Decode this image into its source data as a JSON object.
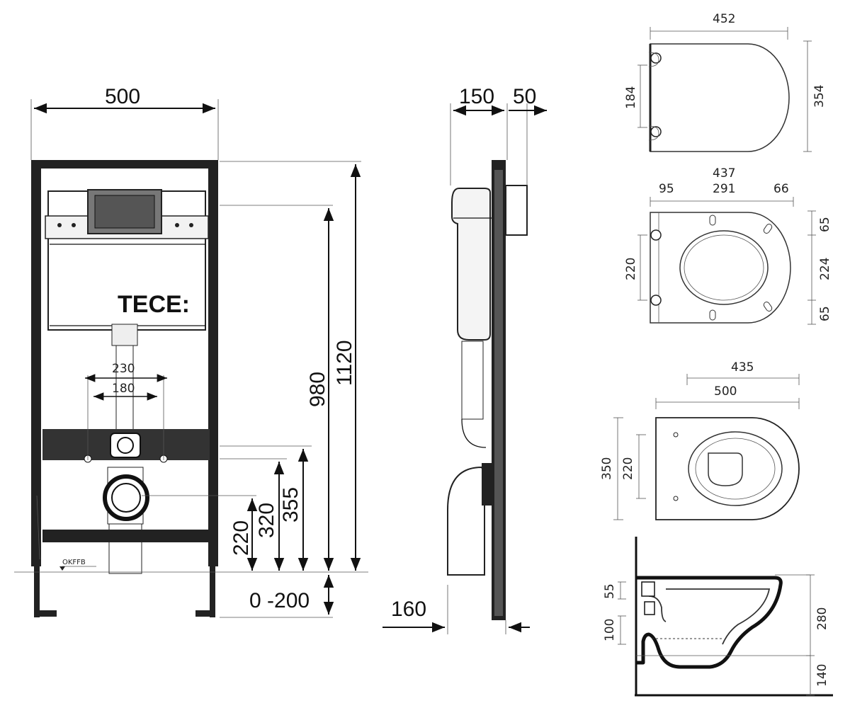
{
  "frame_front": {
    "brand": "TECE:",
    "width": "500",
    "inner_230": "230",
    "inner_180": "180",
    "height_980": "980",
    "height_1120": "1120",
    "h_355": "355",
    "h_320": "320",
    "h_220": "220",
    "adjust": "0 -200",
    "floor_label": "OKFFB"
  },
  "frame_side": {
    "depth_150": "150",
    "depth_50": "50",
    "foot_160": "160"
  },
  "seat_top": {
    "width": "452",
    "depth": "354",
    "hinge": "184"
  },
  "seat_under": {
    "overall": "437",
    "left": "95",
    "middle": "291",
    "right": "66",
    "hinge_span": "220",
    "top": "65",
    "center": "224",
    "bottom": "65"
  },
  "bowl_top": {
    "len_435": "435",
    "len_500": "500",
    "width": "350",
    "holes": "220"
  },
  "bowl_side": {
    "h_55": "55",
    "h_100": "100",
    "height": "280",
    "outlet": "140"
  }
}
